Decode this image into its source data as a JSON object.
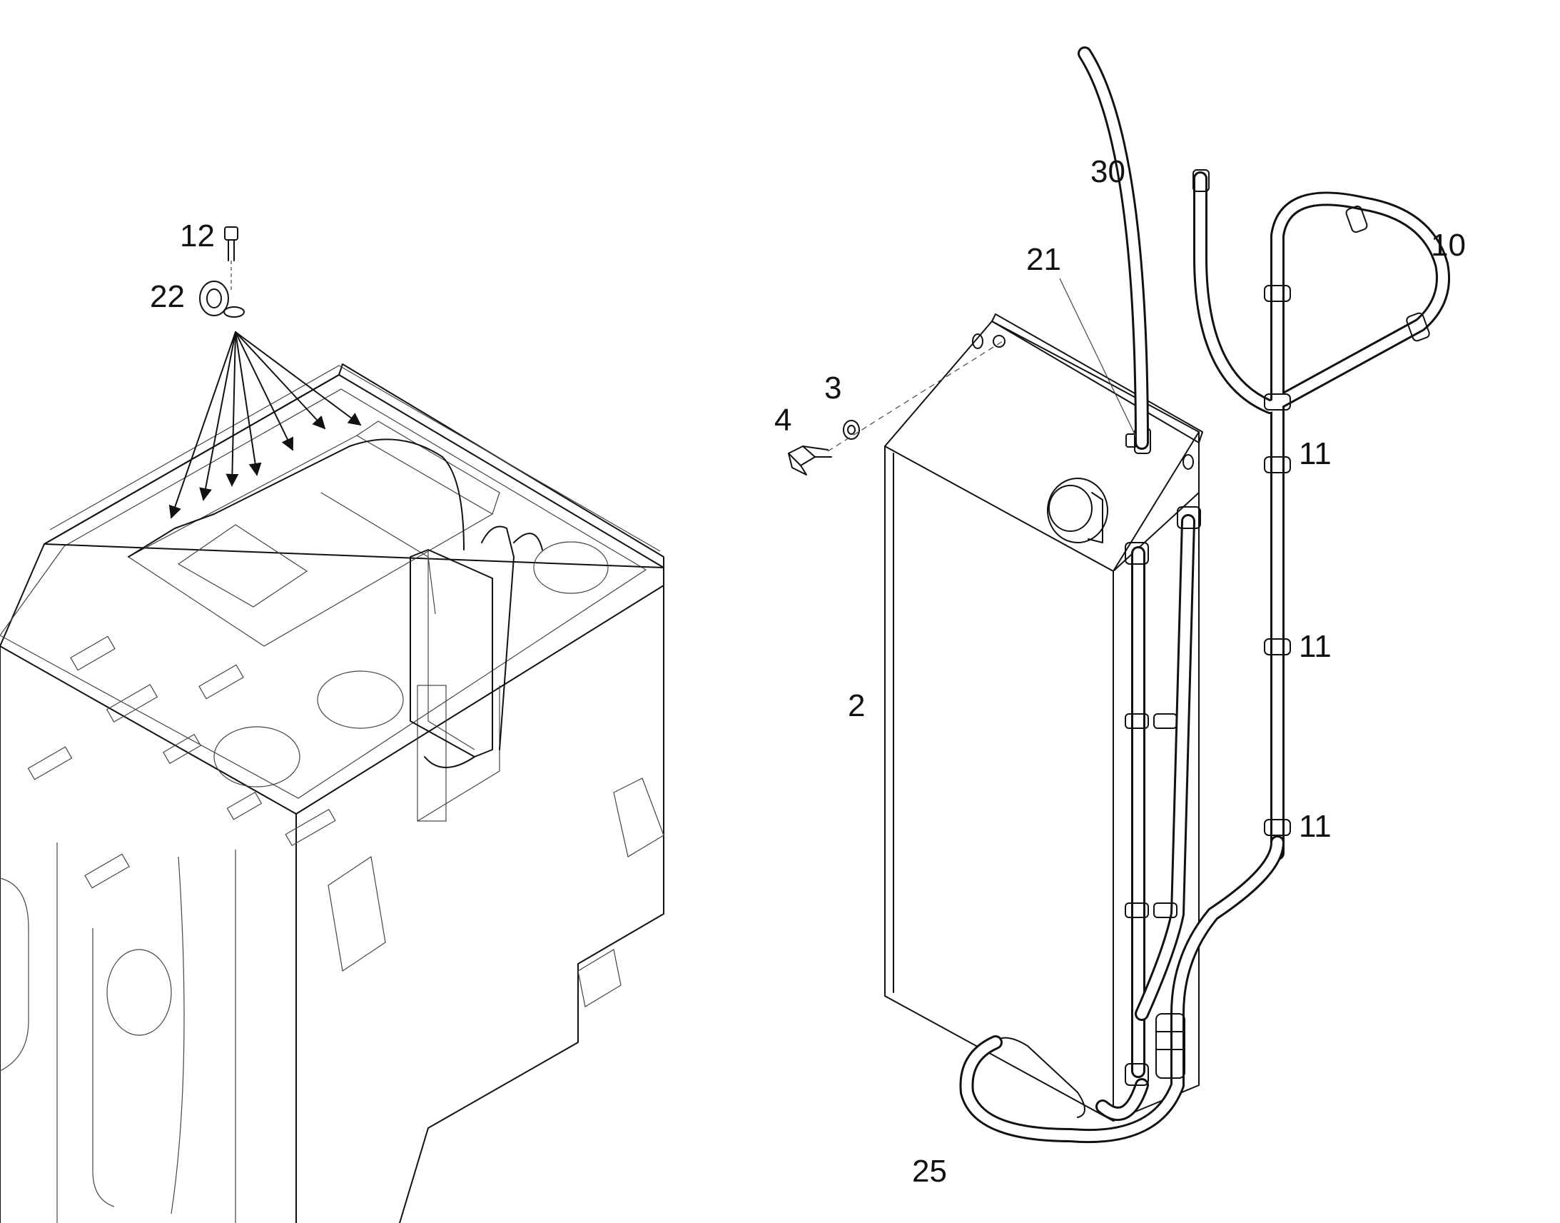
{
  "callouts": {
    "c2": "2",
    "c3": "3",
    "c4": "4",
    "c10": "10",
    "c11a": "11",
    "c11b": "11",
    "c11c": "11",
    "c12": "12",
    "c21": "21",
    "c22": "22",
    "c25": "25",
    "c30": "30"
  }
}
